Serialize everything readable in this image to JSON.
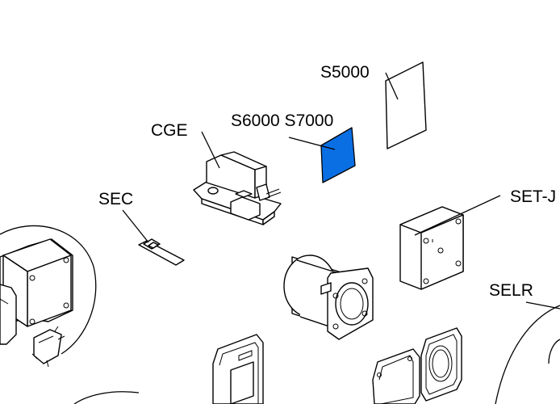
{
  "labels": {
    "s5000": "S5000",
    "s6000_s7000": "S6000 S7000",
    "cge": "CGE",
    "sec": "SEC",
    "set_j": "SET-J",
    "selr": "SELR"
  },
  "colors": {
    "highlight": "#0b6fe4",
    "line": "#000000",
    "background": "#ffffff"
  },
  "highlighted_part": "s6000_s7000"
}
